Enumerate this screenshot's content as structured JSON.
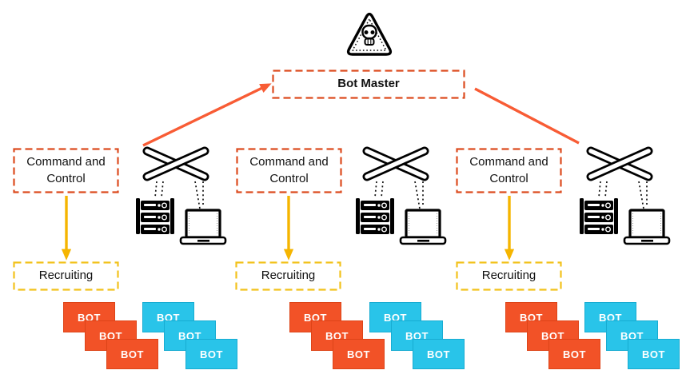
{
  "hazard_icon": "skull-warning-triangle",
  "bot_master": {
    "label": "Bot Master"
  },
  "columns": [
    {
      "command_control": "Command and Control",
      "recruiting": "Recruiting",
      "bots_orange": [
        "BOT",
        "BOT",
        "BOT"
      ],
      "bots_cyan": [
        "BOT",
        "BOT",
        "BOT"
      ]
    },
    {
      "command_control": "Command and Control",
      "recruiting": "Recruiting",
      "bots_orange": [
        "BOT",
        "BOT",
        "BOT"
      ],
      "bots_cyan": [
        "BOT",
        "BOT",
        "BOT"
      ]
    },
    {
      "command_control": "Command and Control",
      "recruiting": "Recruiting",
      "bots_orange": [
        "BOT",
        "BOT",
        "BOT"
      ],
      "bots_cyan": [
        "BOT",
        "BOT",
        "BOT"
      ]
    }
  ],
  "colors": {
    "box_border_red": "#DC4B1E",
    "arrow_orange": "#F85C35",
    "arrow_yellow": "#F5B500",
    "box_border_yellow": "#F2C21C",
    "bot_orange": "#F25227",
    "bot_cyan": "#29C4E9"
  }
}
